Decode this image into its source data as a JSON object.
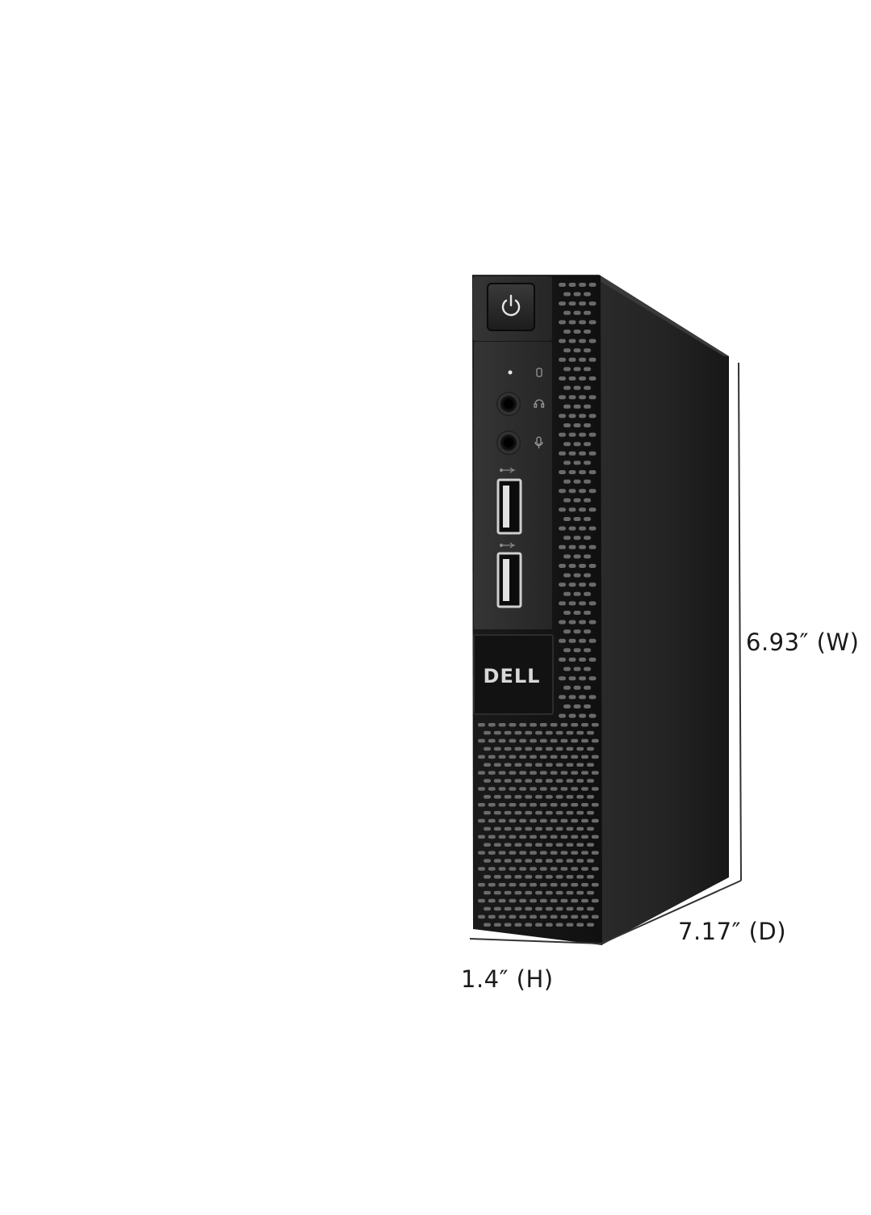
{
  "product": {
    "brand_logo_text": "DELL",
    "colors": {
      "body": "#1b1b1b",
      "side": "#232323",
      "bezel": "#2b2b2b",
      "vent_hole": "#6a6a6a",
      "port": "#d9d9d9",
      "dimension_line": "#333333"
    }
  },
  "dimensions": {
    "width_label": "6.93″ (W)",
    "depth_label": "7.17″ (D)",
    "height_label": "1.4″ (H)"
  }
}
